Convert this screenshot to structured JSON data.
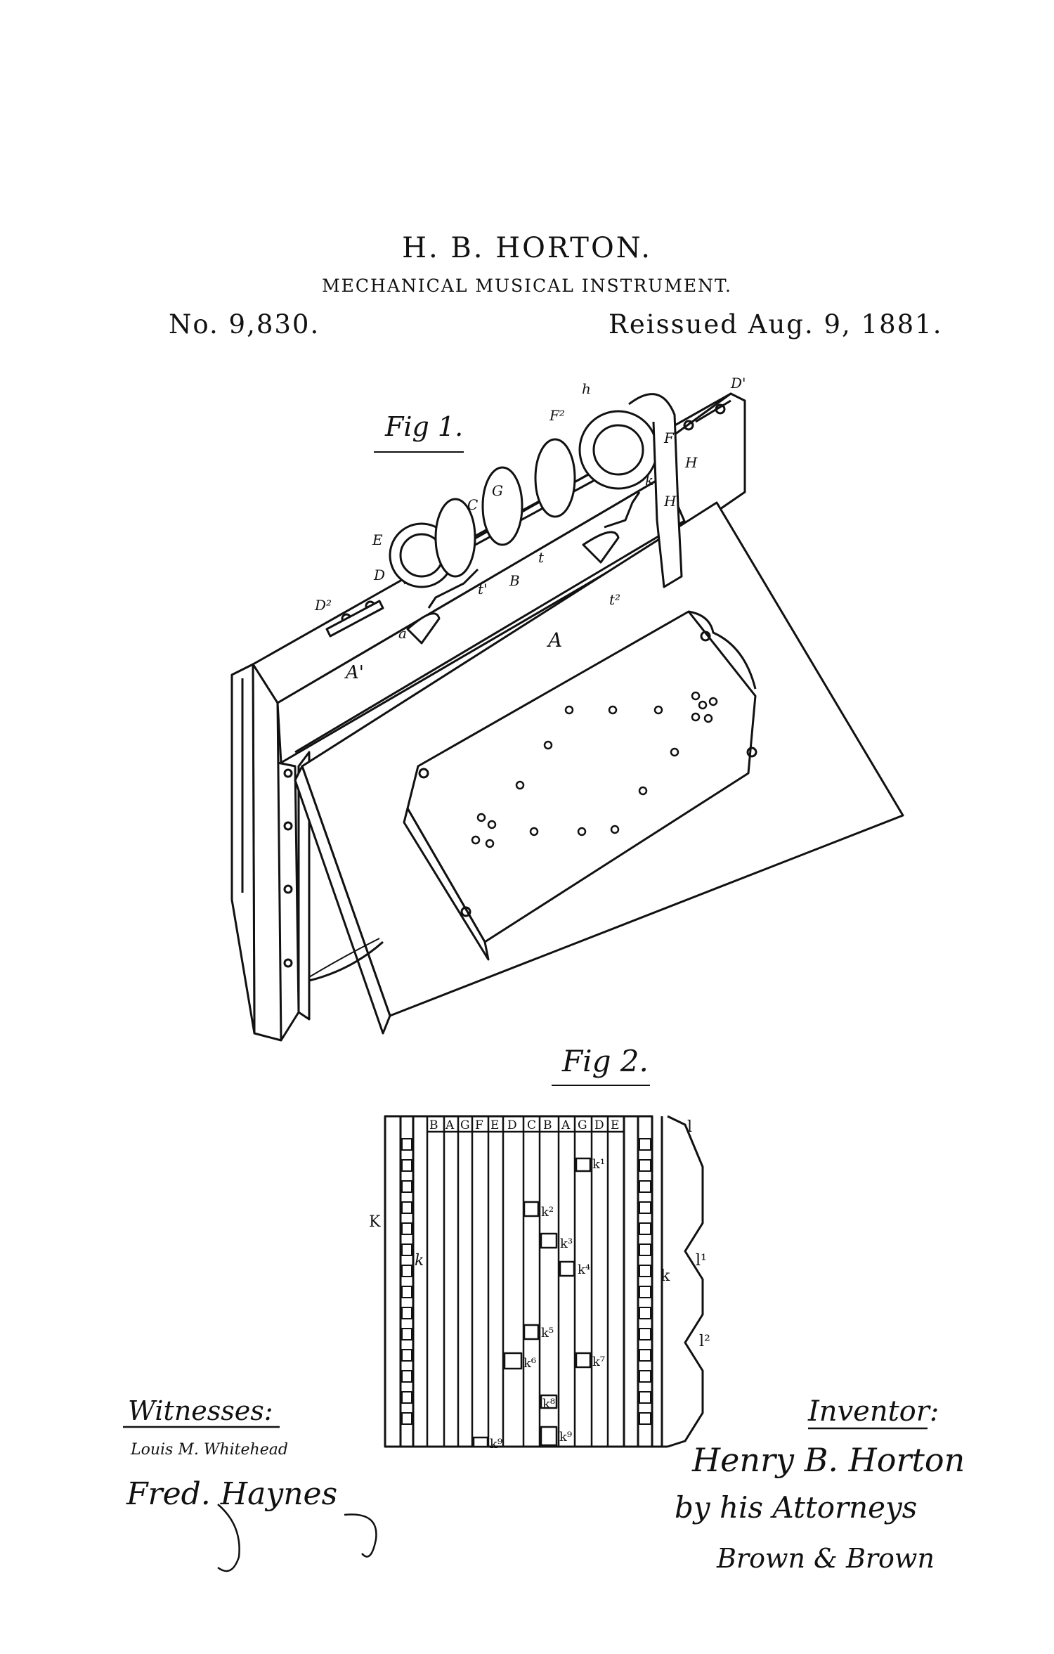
{
  "header": {
    "title": "H. B. HORTON.",
    "subtitle": "MECHANICAL MUSICAL INSTRUMENT.",
    "patent_number": "No. 9,830.",
    "reissue": "Reissued Aug. 9, 1881."
  },
  "figures": {
    "fig1_label": "Fig 1.",
    "fig2_label": "Fig 2."
  },
  "fig1_letters": {
    "h": "h",
    "D1": "D'",
    "F2": "F²",
    "F1": "F'",
    "H": "H",
    "k": "k",
    "H1": "H'",
    "E": "E",
    "D": "D",
    "C": "C",
    "G": "G",
    "B": "B",
    "t": "t",
    "t1": "t'",
    "t2": "t²",
    "D2": "D²",
    "a": "a",
    "A": "A",
    "A1": "A'"
  },
  "fig2": {
    "notes": [
      "B",
      "A",
      "G",
      "F",
      "E",
      "D",
      "C",
      "B",
      "A",
      "G",
      "D",
      "E"
    ],
    "K": "K",
    "k_left": "k",
    "k_right": "k",
    "l": "l",
    "l1": "l¹",
    "l2": "l²",
    "keys": [
      "k¹",
      "k²",
      "k³",
      "k⁴",
      "k⁵",
      "k⁶",
      "k⁷",
      "k⁸",
      "k⁹",
      "k⁹"
    ]
  },
  "signatures": {
    "witnesses_label": "Witnesses:",
    "witness_1": "Louis M. Whitehead",
    "witness_2": "Fred. Haynes",
    "inventor_label": "Inventor:",
    "inventor_name": "Henry B. Horton",
    "attorneys": "by his Attorneys",
    "attorney_firm": "Brown & Brown"
  }
}
